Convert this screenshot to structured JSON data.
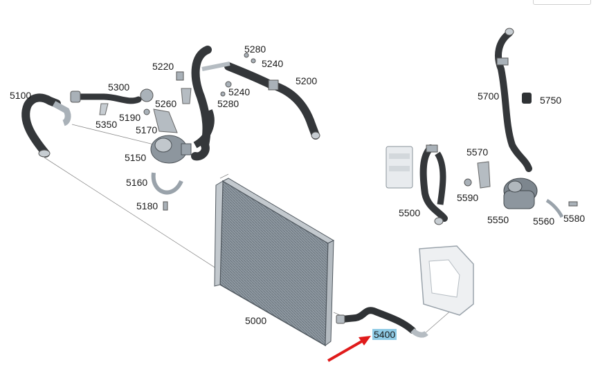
{
  "diagram": {
    "labels": {
      "p5000": "5000",
      "p5100": "5100",
      "p5150": "5150",
      "p5160": "5160",
      "p5170": "5170",
      "p5180": "5180",
      "p5190": "5190",
      "p5200": "5200",
      "p5220": "5220",
      "p5240a": "5240",
      "p5240b": "5240",
      "p5260": "5260",
      "p5280a": "5280",
      "p5280b": "5280",
      "p5300": "5300",
      "p5350": "5350",
      "p5400": "5400",
      "p5500": "5500",
      "p5550": "5550",
      "p5560": "5560",
      "p5570": "5570",
      "p5580": "5580",
      "p5590": "5590",
      "p5700": "5700",
      "p5750": "5750"
    },
    "highlighted": "5400",
    "colors": {
      "highlight": "#8fcbe6",
      "arrow": "#e01b1b",
      "hose": "#3a3d40",
      "metal": "#9aa3ab",
      "line": "#9a9a9a"
    }
  }
}
